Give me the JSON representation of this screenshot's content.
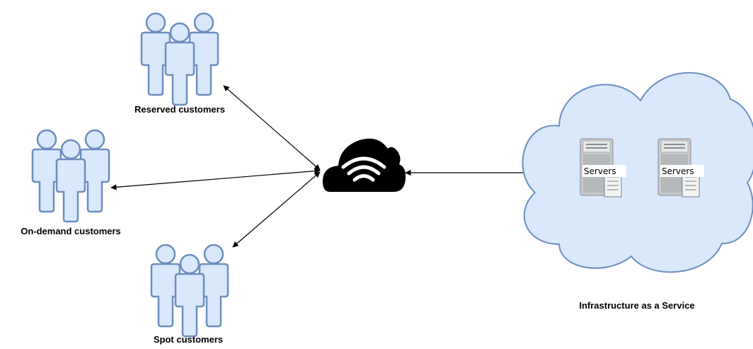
{
  "labels": {
    "reserved": "Reserved customers",
    "on_demand": "On-demand customers",
    "spot": "Spot customers",
    "iaas": "Infrastructure as a Service"
  },
  "servers": [
    {
      "label": "Servers"
    },
    {
      "label": "Servers"
    }
  ],
  "icons": {
    "customers": "user-group-icon",
    "network": "cloud-wifi-icon",
    "cloud": "cloud-shape",
    "server": "server-tower-icon"
  },
  "colors": {
    "user_fill": "#dae8fc",
    "user_stroke": "#6c8ebf",
    "cloud_fill": "#dae8fc",
    "cloud_stroke": "#6c8ebf",
    "network_icon": "#000000",
    "edge": "#000000"
  }
}
